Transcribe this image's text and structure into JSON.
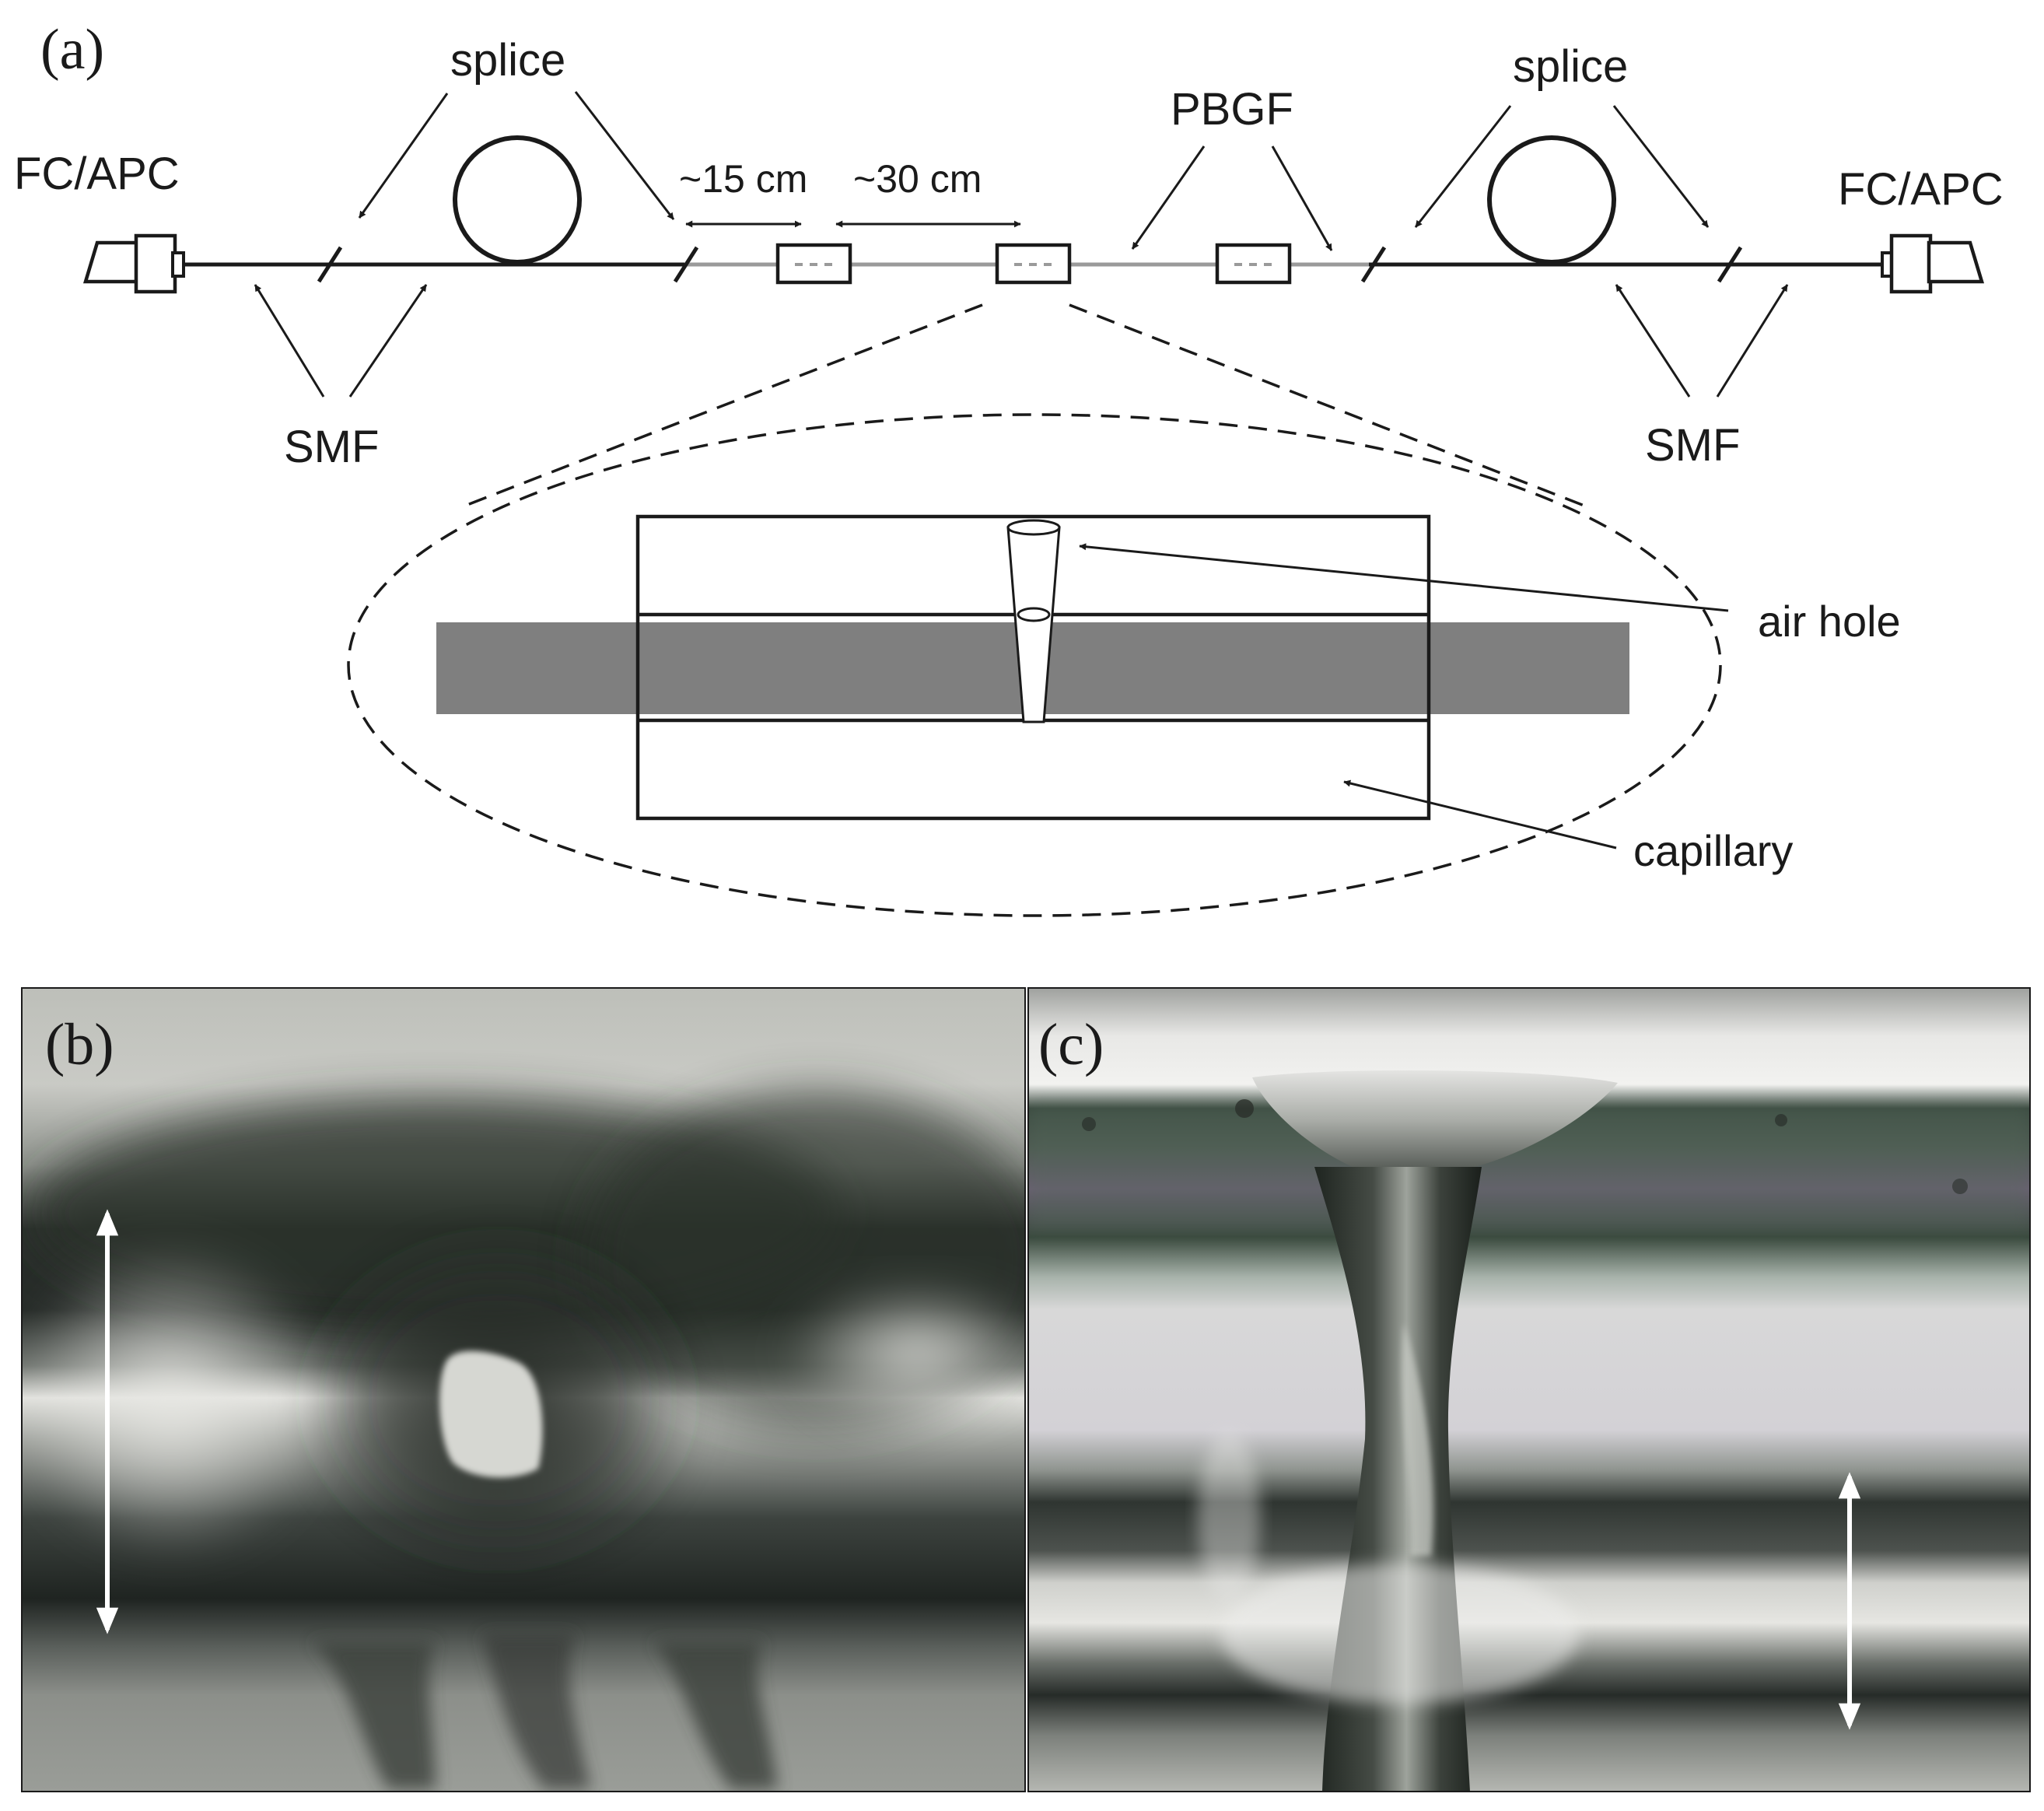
{
  "panel_a": {
    "panel_label": "(a)",
    "labels": {
      "fc_apc_left": "FC/APC",
      "fc_apc_right": "FC/APC",
      "splice_left": "splice",
      "splice_right": "splice",
      "pbgf": "PBGF",
      "dist_15": "~15 cm",
      "dist_30": "~30 cm",
      "smf_left": "SMF",
      "smf_right": "SMF",
      "air_hole": "air hole",
      "capillary": "capillary"
    }
  },
  "panel_b": {
    "panel_label": "(b)"
  },
  "panel_c": {
    "panel_label": "(c)"
  },
  "colors": {
    "line": "#1a1a1a",
    "fiber_core": "#7f7f7f",
    "photo_dark": "#2a302c",
    "photo_light": "#d8d8d4",
    "arrow_white": "#ffffff"
  }
}
